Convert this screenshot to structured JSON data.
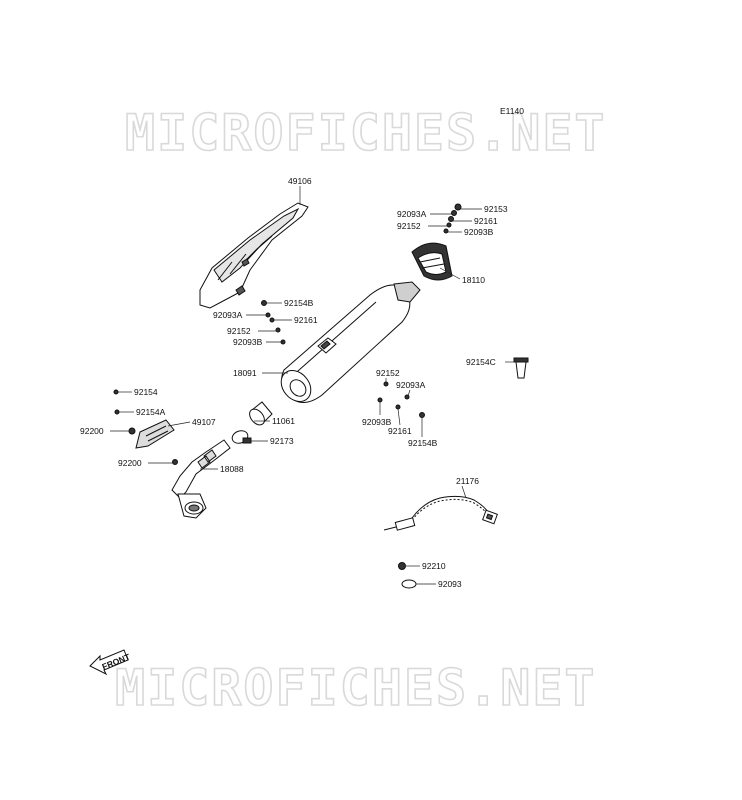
{
  "diagram_code": "E1140",
  "watermark_text": "MICROFICHES.NET",
  "front_label": "FRONT",
  "parts": [
    "49106",
    "92153",
    "92093A",
    "92161",
    "92152",
    "92093B",
    "18110",
    "92154B",
    "92093A",
    "92161",
    "92152",
    "92093B",
    "18091",
    "92154C",
    "92152",
    "92093A",
    "92093B",
    "92161",
    "92154B",
    "11061",
    "92173",
    "92154",
    "92154A",
    "49107",
    "92200",
    "92200",
    "18088",
    "21176",
    "92210",
    "92093"
  ],
  "colors": {
    "line": "#111111",
    "watermark": "#d9d9d9",
    "background": "#ffffff"
  }
}
